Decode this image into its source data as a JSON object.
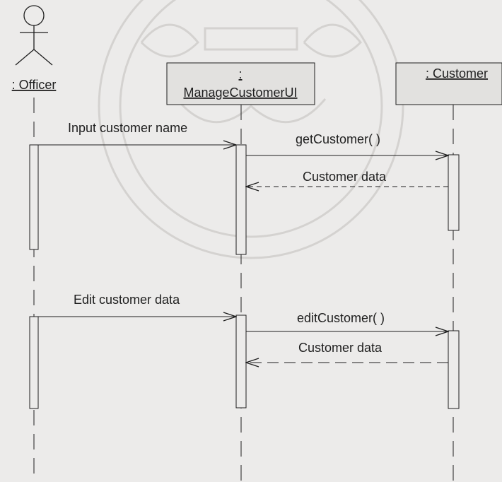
{
  "diagram": {
    "type": "sequence",
    "participants": [
      {
        "id": "officer",
        "label": ": Officer",
        "kind": "actor"
      },
      {
        "id": "ui",
        "label_line1": ":",
        "label_line2": "ManageCustomerUI",
        "kind": "object"
      },
      {
        "id": "customer",
        "label": ": Customer",
        "kind": "object"
      }
    ],
    "messages": [
      {
        "id": "m1",
        "from": "officer",
        "to": "ui",
        "label": "Input customer name",
        "style": "solid"
      },
      {
        "id": "m2",
        "from": "ui",
        "to": "customer",
        "label": "getCustomer( )",
        "style": "solid"
      },
      {
        "id": "m3",
        "from": "customer",
        "to": "ui",
        "label": "Customer data",
        "style": "dashed"
      },
      {
        "id": "m4",
        "from": "officer",
        "to": "ui",
        "label": "Edit customer data",
        "style": "solid"
      },
      {
        "id": "m5",
        "from": "ui",
        "to": "customer",
        "label": "editCustomer( )",
        "style": "solid"
      },
      {
        "id": "m6",
        "from": "customer",
        "to": "ui",
        "label": "Customer data",
        "style": "dashed"
      }
    ]
  },
  "colors": {
    "background": "#ecebea",
    "ink": "#1e1e1e",
    "object_box": "#e2e1df",
    "watermark": "#cfcdca"
  }
}
